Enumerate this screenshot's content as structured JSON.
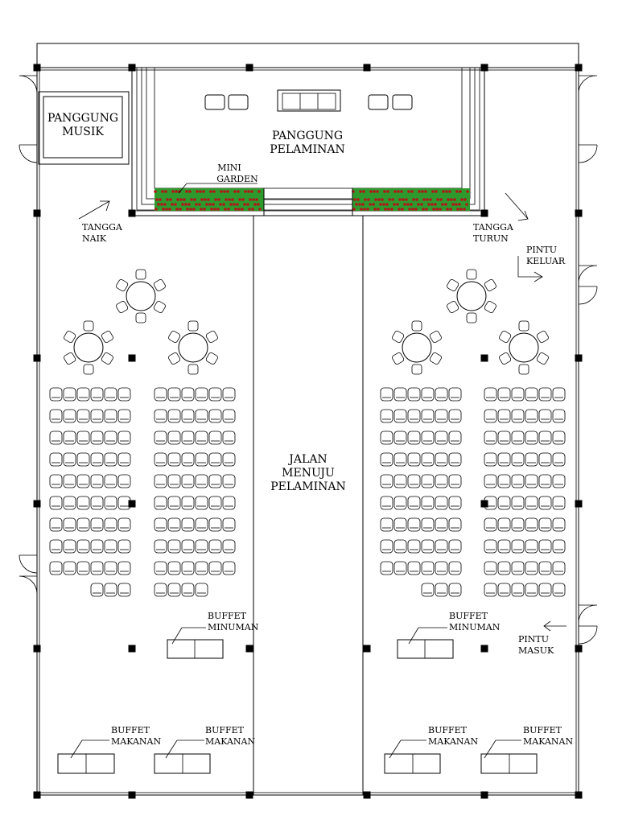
{
  "labels": {
    "panggung_musik": [
      "PANGGUNG",
      "MUSIK"
    ],
    "panggung_pelaminan": [
      "PANGGUNG",
      "PELAMINAN"
    ],
    "mini_garden": [
      "MINI",
      "GARDEN"
    ],
    "tangga_naik": [
      "TANGGA",
      "NAIK"
    ],
    "tangga_turun": [
      "TANGGA",
      "TURUN"
    ],
    "pintu_keluar": [
      "PINTU",
      "KELUAR"
    ],
    "pintu_masuk": [
      "PINTU",
      "MASUK"
    ],
    "jalan": [
      "JALAN",
      "MENUJU",
      "PELAMINAN"
    ],
    "buffet_minuman": [
      "BUFFET",
      "MINUMAN"
    ],
    "buffet_makanan": [
      "BUFFET",
      "MAKANAN"
    ]
  },
  "colors": {
    "line": "#000000",
    "garden_green": "#2e9a2e",
    "garden_red": "#b01818"
  }
}
